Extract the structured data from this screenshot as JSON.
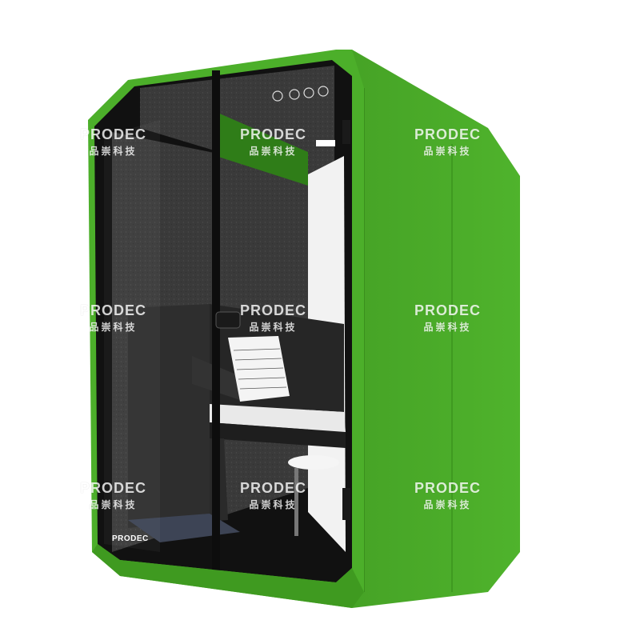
{
  "image": {
    "subject": "Acoustic booth with upright piano",
    "colors": {
      "shell": "#4caf2a",
      "shell_shadow": "#3b8f1f",
      "frame": "#111111",
      "acoustic_felt": "#3a3a3a",
      "piano": "#2b2b2b"
    }
  },
  "watermark": {
    "brand": "PRODEC",
    "subtitle": "品崇科技"
  },
  "booth_logo": "PRODEC"
}
